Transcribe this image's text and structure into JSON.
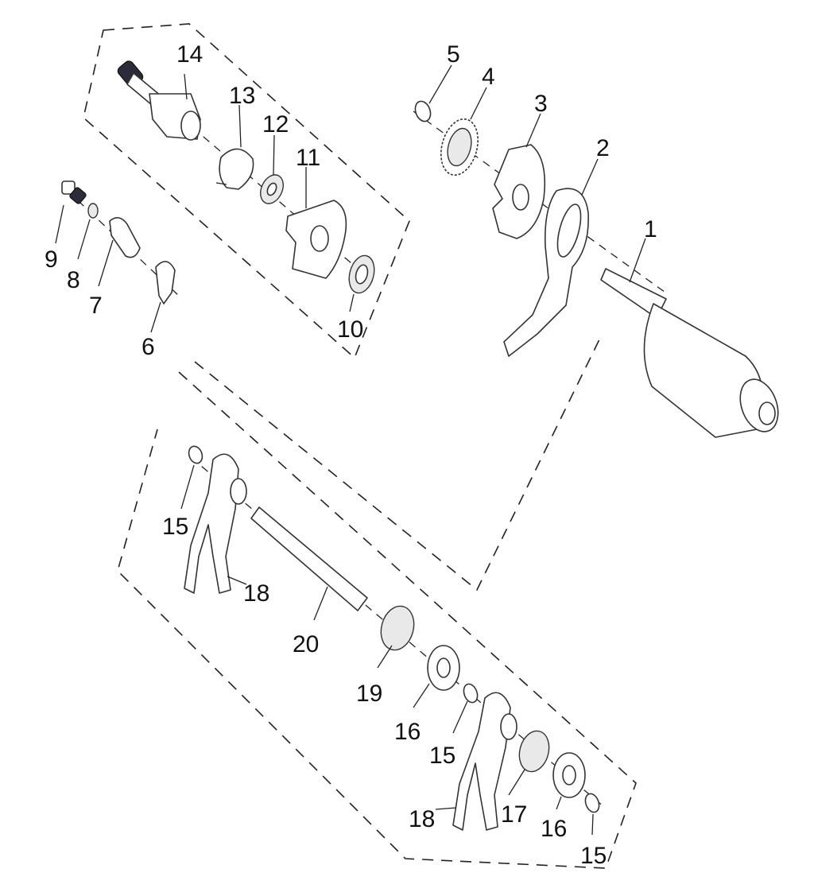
{
  "callouts": [
    {
      "id": "1",
      "text": "1"
    },
    {
      "id": "2",
      "text": "2"
    },
    {
      "id": "3",
      "text": "3"
    },
    {
      "id": "4",
      "text": "4"
    },
    {
      "id": "5",
      "text": "5"
    },
    {
      "id": "6",
      "text": "6"
    },
    {
      "id": "7",
      "text": "7"
    },
    {
      "id": "8",
      "text": "8"
    },
    {
      "id": "9",
      "text": "9"
    },
    {
      "id": "10",
      "text": "10"
    },
    {
      "id": "11",
      "text": "11"
    },
    {
      "id": "12",
      "text": "12"
    },
    {
      "id": "13",
      "text": "13"
    },
    {
      "id": "14",
      "text": "14"
    },
    {
      "id": "15a",
      "text": "15"
    },
    {
      "id": "15b",
      "text": "15"
    },
    {
      "id": "15c",
      "text": "15"
    },
    {
      "id": "16a",
      "text": "16"
    },
    {
      "id": "16b",
      "text": "16"
    },
    {
      "id": "17",
      "text": "17"
    },
    {
      "id": "18a",
      "text": "18"
    },
    {
      "id": "18b",
      "text": "18"
    },
    {
      "id": "19",
      "text": "19"
    },
    {
      "id": "20",
      "text": "20"
    }
  ]
}
